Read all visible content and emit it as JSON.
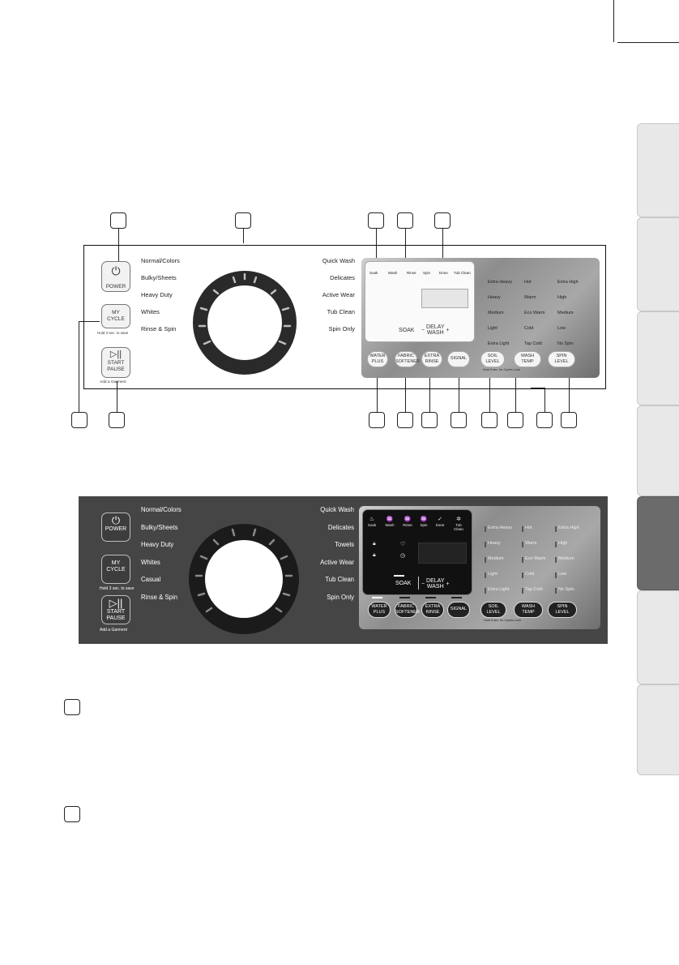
{
  "panel_top": {
    "power": {
      "label": "POWER"
    },
    "my_cycle": {
      "label_1": "MY",
      "label_2": "CYCLE",
      "hint": "Hold 3 sec. to save"
    },
    "start_pause": {
      "label_1": "START",
      "label_2": "PAUSE",
      "hint": "Add a Garment"
    },
    "cycles_left": [
      "Normal/Colors",
      "Bulky/Sheets",
      "Heavy Duty",
      "Whites",
      "Rinse & Spin"
    ],
    "cycles_right": [
      "Quick Wash",
      "Delicates",
      "Active Wear",
      "Tub Clean",
      "Spin Only"
    ],
    "status": [
      "Soak",
      "Wash",
      "Rinse",
      "Spin",
      "Done",
      "Tub Clean"
    ],
    "soak_label": "SOAK",
    "delay": {
      "minus": "−",
      "label_1": "DELAY",
      "label_2": "WASH",
      "plus": "+"
    },
    "option_buttons": [
      {
        "l1": "WATER",
        "l2": "PLUS"
      },
      {
        "l1": "FABRIC",
        "l2": "SOFTENER"
      },
      {
        "l1": "EXTRA",
        "l2": "RINSE"
      },
      {
        "l1": "SIGNAL",
        "l2": ""
      }
    ],
    "setting_buttons": [
      {
        "l1": "SOIL",
        "l2": "LEVEL"
      },
      {
        "l1": "WASH",
        "l2": "TEMP"
      },
      {
        "l1": "SPIN",
        "l2": "LEVEL"
      }
    ],
    "soil_levels": [
      "Extra Heavy",
      "Heavy",
      "Medium",
      "Light",
      "Extra Light"
    ],
    "wash_temps": [
      "Hot",
      "Warm",
      "Eco Warm",
      "Cold",
      "Tap Cold"
    ],
    "spin_levels": [
      "Extra High",
      "High",
      "Medium",
      "Low",
      "No Spin"
    ],
    "hold_hint": "Hold 3 sec. for Cycles Lock"
  },
  "panel_bottom": {
    "cycles_left": [
      "Normal/Colors",
      "Bulky/Sheets",
      "Heavy Duty",
      "Whites",
      "Casual",
      "Rinse & Spin"
    ],
    "cycles_right": [
      "Quick Wash",
      "Delicates",
      "Towels",
      "Active Wear",
      "Tub Clean",
      "Spin Only"
    ]
  }
}
